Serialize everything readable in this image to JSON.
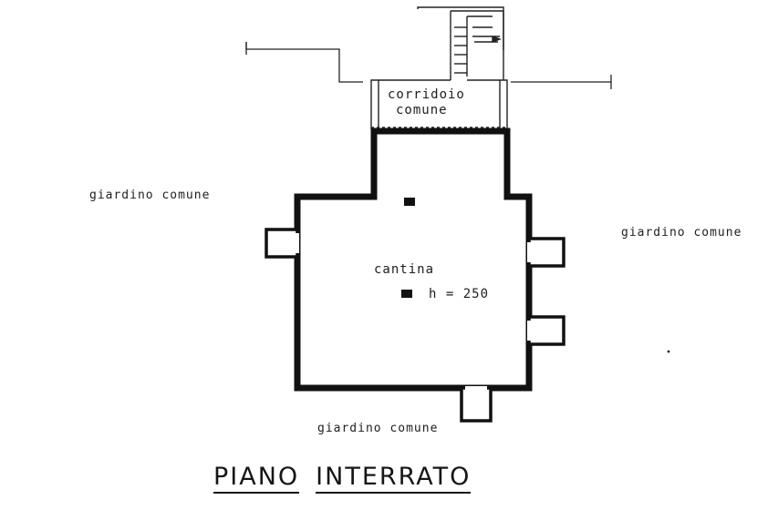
{
  "labels": {
    "corridor_line1": "corridoio",
    "corridor_line2": "comune",
    "garden_left": "giardino comune",
    "garden_right": "giardino comune",
    "garden_bottom": "giardino comune",
    "room_name": "cantina",
    "room_height": "h = 250"
  },
  "title": {
    "word1": "PIANO",
    "word2": "INTERRATO"
  },
  "colors": {
    "ink": "#1a1a1a",
    "paper": "#ffffff"
  }
}
